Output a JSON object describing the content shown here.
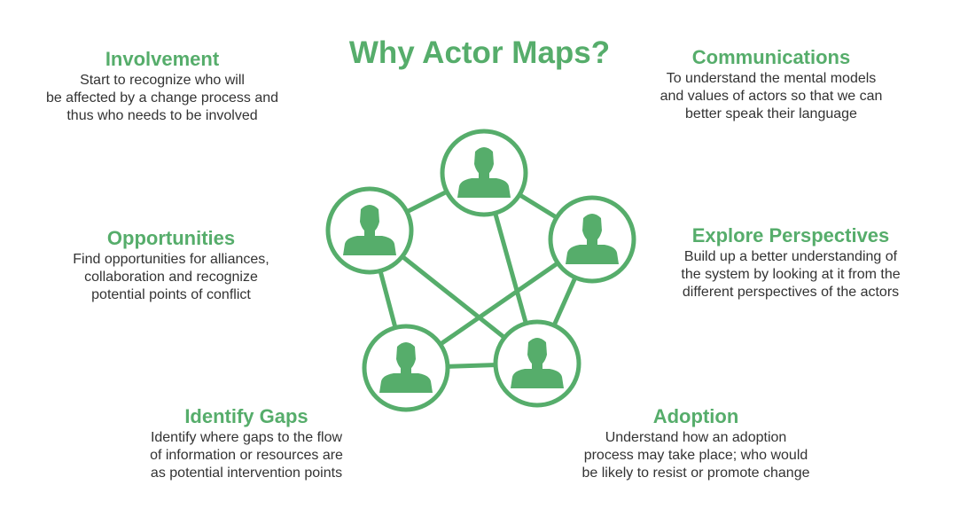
{
  "title": "Why Actor Maps?",
  "colors": {
    "accent": "#56ad6b",
    "text": "#333333"
  },
  "sections": {
    "involvement": {
      "heading": "Involvement",
      "text": "Start to recognize who will\nbe affected by a change process and\nthus who needs to be involved"
    },
    "communications": {
      "heading": "Communications",
      "text": "To understand the mental models\nand values of actors so that we can\nbetter speak their language"
    },
    "opportunities": {
      "heading": "Opportunities",
      "text": "Find opportunities for alliances,\ncollaboration and recognize\npotential points of conflict"
    },
    "perspectives": {
      "heading": "Explore Perspectives",
      "text": "Build up a better understanding of\nthe system by looking at it from the\ndifferent perspectives of the actors"
    },
    "gaps": {
      "heading": "Identify Gaps",
      "text": "Identify where gaps to the flow\nof information or resources are\nas potential intervention points"
    },
    "adoption": {
      "heading": "Adoption",
      "text": "Understand how an adoption\nprocess may take place; who would\nbe likely to resist or promote change"
    }
  },
  "network": {
    "nodes": [
      "top",
      "left",
      "right",
      "bottom-left",
      "bottom-right"
    ],
    "node_icon": "person-icon",
    "edges": [
      [
        "top",
        "left"
      ],
      [
        "top",
        "right"
      ],
      [
        "top",
        "bottom-right"
      ],
      [
        "left",
        "bottom-left"
      ],
      [
        "left",
        "bottom-right"
      ],
      [
        "right",
        "bottom-left"
      ],
      [
        "right",
        "bottom-right"
      ],
      [
        "bottom-left",
        "bottom-right"
      ]
    ]
  }
}
